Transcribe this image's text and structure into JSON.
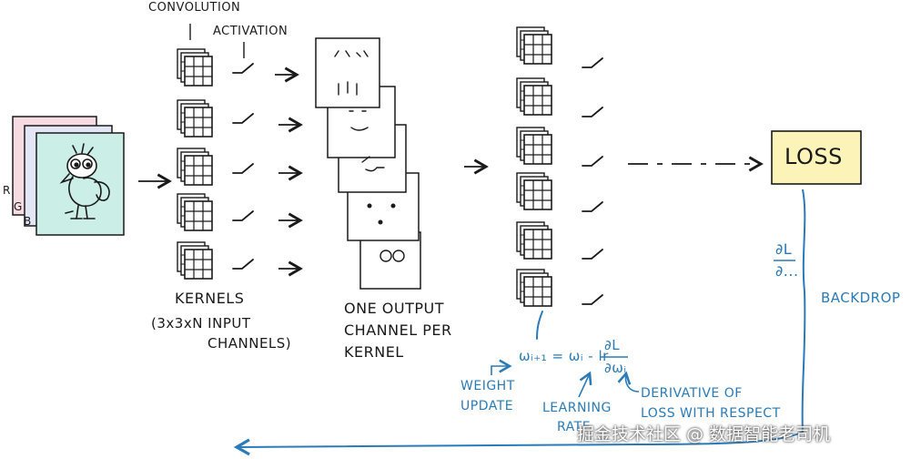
{
  "labels": {
    "convolution": "CONVOLUTION",
    "activation": "ACTIVATION",
    "rgb_r": "R",
    "rgb_g": "G",
    "rgb_b": "B",
    "kernels": "KERNELS",
    "kernels_sub_1": "(3x3xN INPUT",
    "kernels_sub_2": "CHANNELS)",
    "output_1": "ONE OUTPUT",
    "output_2": "CHANNEL PER",
    "output_3": "KERNEL",
    "loss": "LOSS",
    "backdrop": "BACKDROP",
    "dl_num": "∂L",
    "dl_den": "∂...",
    "weight_1": "WEIGHT",
    "weight_2": "UPDATE",
    "learning_1": "LEARNING",
    "learning_2": "RATE",
    "derivative_1": "DERIVATIVE OF",
    "derivative_2": "LOSS WITH RESPECT",
    "formula_lhs": "ωᵢ₊₁ = ωᵢ - lr",
    "formula_num": "∂L",
    "formula_den": "∂ωᵢ"
  },
  "watermark": "掘金技术社区 @ 数据智能老司机",
  "colors": {
    "ink": "#1a1a1a",
    "blue": "#2a7bb8",
    "loss_fill": "#fbf3b8",
    "image_fill": "#cbeee6",
    "frame_pink": "#f7dbe3",
    "frame_lavender": "#e3e6f5"
  }
}
